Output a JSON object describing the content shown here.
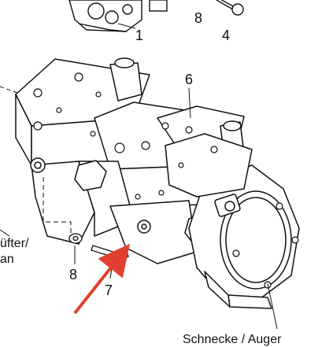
{
  "figure": {
    "labels": {
      "part_1": "1",
      "part_4": "4",
      "part_6": "6",
      "part_7": "7",
      "part_8_top": "8",
      "part_8_bottom": "8",
      "fan_line1": "üfter/",
      "fan_line2": "an",
      "auger": "Schnecke / Auger"
    },
    "colors": {
      "line": "#111111",
      "fill": "#ffffff",
      "shade": "#d8d8d8",
      "arrow": "#e2402f"
    }
  }
}
